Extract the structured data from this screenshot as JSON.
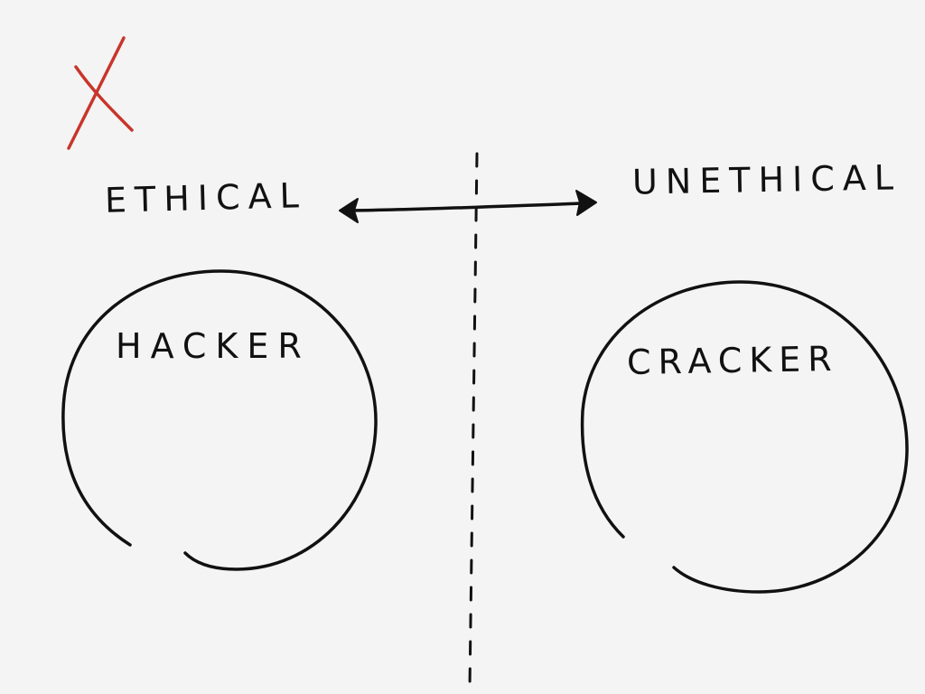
{
  "diagram": {
    "scale": {
      "left_label": "ETHICAL",
      "right_label": "UNETHICAL"
    },
    "groups": [
      {
        "label": "HACKER",
        "side": "ethical"
      },
      {
        "label": "CRACKER",
        "side": "unethical"
      }
    ],
    "colors": {
      "background": "#f4f4f4",
      "ink": "#111111",
      "cross_mark": "#c8352b"
    },
    "icons": {
      "corner_mark": "x-mark-icon",
      "scale_arrow": "double-arrow-icon"
    }
  }
}
